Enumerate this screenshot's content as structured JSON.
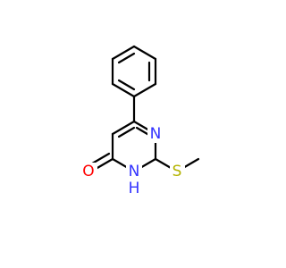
{
  "molecule": {
    "atoms": {
      "n3": {
        "label": "N",
        "color": "#3333ff"
      },
      "n1": {
        "label": "N",
        "color": "#3333ff"
      },
      "h_on_n": {
        "label": "H",
        "color": "#3333ff"
      },
      "o": {
        "label": "O",
        "color": "#ff0000"
      },
      "s": {
        "label": "S",
        "color": "#b3b300"
      }
    }
  }
}
